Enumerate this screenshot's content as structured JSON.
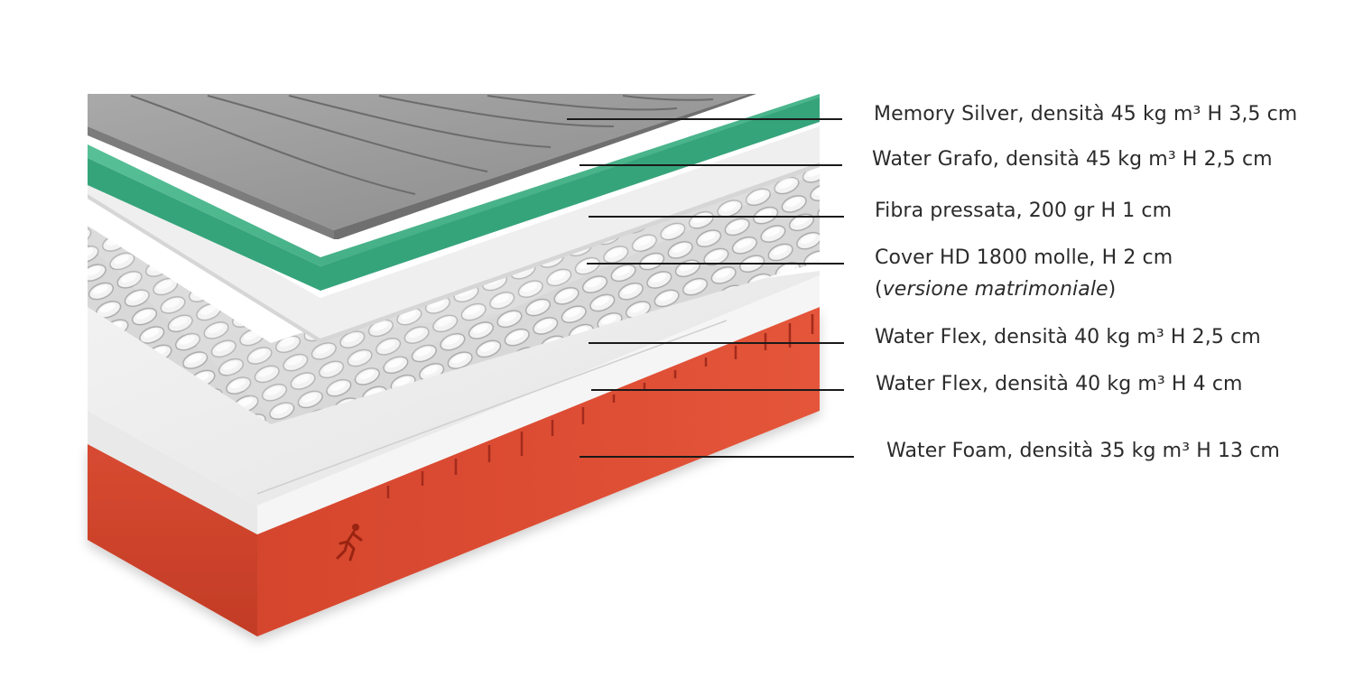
{
  "layers": [
    {
      "id": "memory-silver",
      "text": "Memory Silver, densità 45 kg m³ H 3,5 cm"
    },
    {
      "id": "water-grafo",
      "text": "Water Grafo, densità 45 kg m³ H 2,5 cm"
    },
    {
      "id": "fibra-pressata",
      "text": "Fibra pressata, 200 gr H 1 cm"
    },
    {
      "id": "cover-hd",
      "text": "Cover HD 1800 molle, H 2 cm",
      "note_open": "(",
      "note_italic": "versione matrimoniale",
      "note_close": ")"
    },
    {
      "id": "water-flex-1",
      "text": "Water Flex, densità 40 kg m³ H 2,5 cm"
    },
    {
      "id": "water-flex-2",
      "text": "Water Flex, densità 40 kg m³ H 4 cm"
    },
    {
      "id": "water-foam",
      "text": "Water Foam, densità 35 kg m³ H 13 cm"
    }
  ],
  "colors": {
    "memory_silver": "#8e8e8e",
    "water_grafo": "#48b58c",
    "fibra": "#ececec",
    "springs": "#cfcfcf",
    "white_foam": "#f2f2f2",
    "water_foam": "#d9472f",
    "leader_line": "#1a1a1a",
    "text": "#2b2b2b"
  },
  "icons": {
    "runner": "running-person-icon"
  }
}
